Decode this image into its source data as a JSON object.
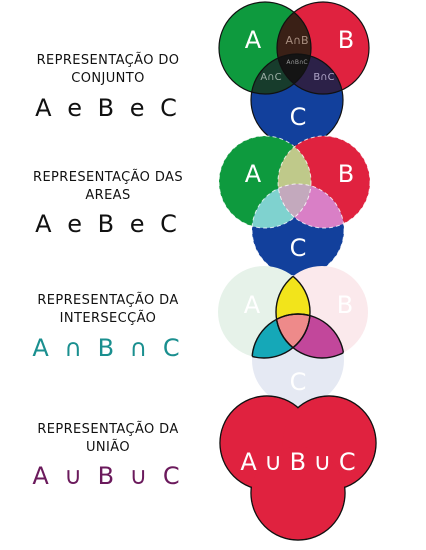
{
  "sections": [
    {
      "heading": [
        "REPRESENTAÇÃO DO",
        "CONJUNTO"
      ],
      "formula": "A e B e C",
      "formula_color": "#111111",
      "diagram": {
        "a": "A",
        "b": "B",
        "c": "C",
        "ab": "A∩B",
        "ac": "A∩C",
        "bc": "B∩C",
        "abc": "A∩B∩C"
      }
    },
    {
      "heading": [
        "REPRESENTAÇÃO DAS",
        "AREAS"
      ],
      "formula": "A e B e C",
      "formula_color": "#111111",
      "diagram": {
        "a": "A",
        "b": "B",
        "c": "C"
      }
    },
    {
      "heading": [
        "REPRESENTAÇÃO DA",
        "INTERSECÇÃO"
      ],
      "formula": "A ∩ B ∩ C",
      "formula_color": "#1a8f8f",
      "diagram": {
        "a": "A",
        "b": "B",
        "c": "C"
      }
    },
    {
      "heading": [
        "REPRESENTAÇÃO DA",
        "UNIÃO"
      ],
      "formula": "A ∪ B ∪ C",
      "formula_color": "#6b1a5c",
      "diagram": {
        "union": "A ∪ B ∪ C"
      }
    }
  ],
  "colors": {
    "set_a": "#0e9a3e",
    "set_b": "#e0223f",
    "set_c": "#12409c",
    "union": "#e0223f",
    "intersection_ab": "#f2e41b",
    "intersection_ac": "#15a8b8",
    "intersection_bc": "#c2479b",
    "intersection_abc": "#ee8a8a"
  }
}
